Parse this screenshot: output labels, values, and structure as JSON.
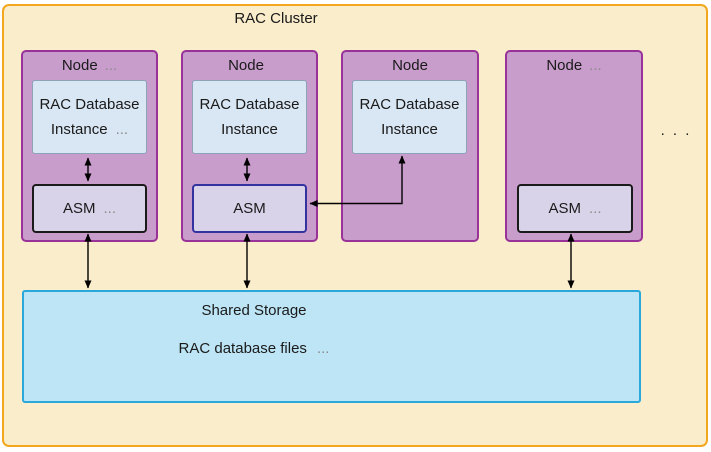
{
  "diagram": {
    "title": "RAC Cluster",
    "nodes": [
      {
        "title": "Node",
        "title_suffix": "...",
        "instance_line1": "RAC Database",
        "instance_line2": "Instance",
        "instance_suffix": "...",
        "asm_label": "ASM",
        "asm_suffix": "..."
      },
      {
        "title": "Node",
        "title_suffix": "",
        "instance_line1": "RAC Database",
        "instance_line2": "Instance",
        "instance_suffix": "",
        "asm_label": "ASM",
        "asm_suffix": ""
      },
      {
        "title": "Node",
        "title_suffix": "",
        "instance_line1": "RAC Database",
        "instance_line2": "Instance",
        "instance_suffix": ""
      },
      {
        "title": "Node",
        "title_suffix": "...",
        "asm_label": "ASM",
        "asm_suffix": "..."
      }
    ],
    "more_nodes_ellipsis": ". . .",
    "storage": {
      "title": "Shared Storage",
      "files_label": "RAC database files",
      "files_suffix": "..."
    }
  },
  "colors": {
    "outer_fill": "#faedcb",
    "outer_border": "#f2a71e",
    "node_fill": "#c89ccb",
    "node_border": "#993399",
    "instance_fill": "#d9e6f3",
    "instance_border": "#8ca3b8",
    "asm_fill": "#d9d3ea",
    "asm_border_black": "#1a1a1a",
    "asm_border_blue": "#3333a0",
    "storage_fill": "#bde5f6",
    "storage_border": "#29a8dc",
    "arrow": "#000000",
    "text": "#1a1a1a",
    "muted": "#8c8c8c"
  }
}
